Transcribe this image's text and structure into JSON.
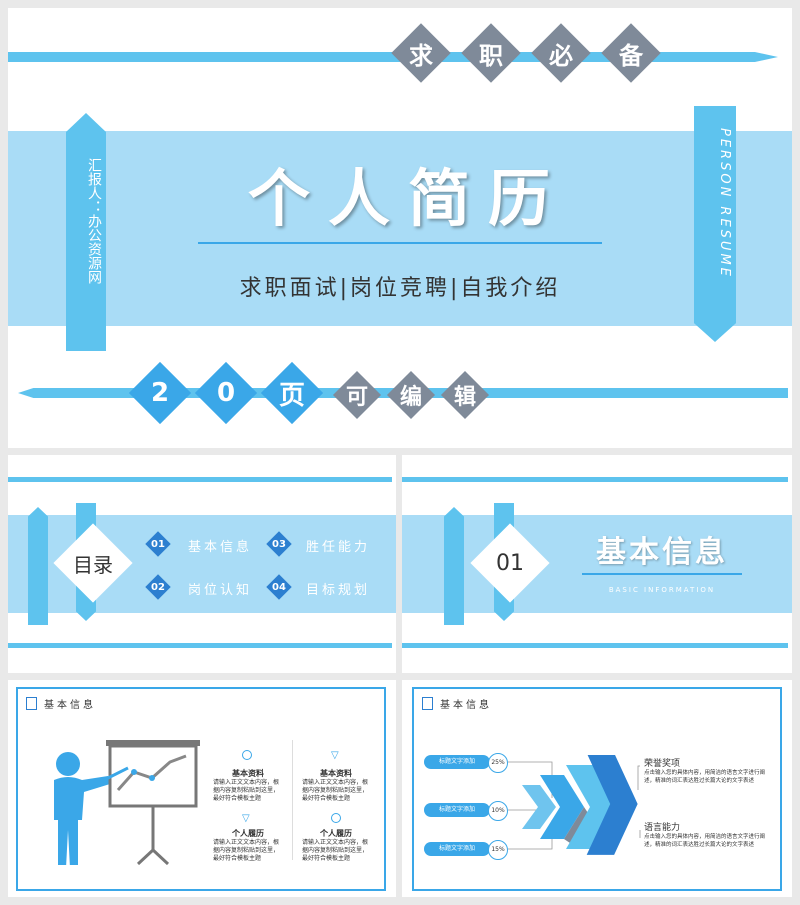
{
  "colors": {
    "accent": "#3aa7e8",
    "light": "#a9dcf6",
    "gray": "#7f8a99",
    "dark": "#2c7fd0"
  },
  "cover": {
    "top_chars": [
      "求",
      "职",
      "必",
      "备"
    ],
    "title": "个人简历",
    "subtitle": "求职面试|岗位竞聘|自我介绍",
    "reporter": "汇报人：办公资源网",
    "english": "PERSON RESUME",
    "bottom_chars": [
      "2",
      "0",
      "页",
      "可",
      "编",
      "辑"
    ]
  },
  "toc": {
    "label": "目录",
    "items": [
      {
        "num": "01",
        "text": "基本信息"
      },
      {
        "num": "03",
        "text": "胜任能力"
      },
      {
        "num": "02",
        "text": "岗位认知"
      },
      {
        "num": "04",
        "text": "目标规划"
      }
    ]
  },
  "section": {
    "num": "01",
    "title": "基本信息",
    "subtitle": "BASIC INFORMATION"
  },
  "info_slide": {
    "header": "基本信息",
    "icons": {
      "header": "document-icon",
      "person": "presenter-icon",
      "board": "chart-board-icon",
      "clock": "clock-icon",
      "trophy": "trophy-icon"
    },
    "cells": [
      {
        "title": "基本资料",
        "body": "请输入正文文本内容，根据内容复制粘贴到这里，最好符合模板主题"
      },
      {
        "title": "基本资料",
        "body": "请输入正文文本内容，根据内容复制粘贴到这里，最好符合模板主题"
      },
      {
        "title": "个人履历",
        "body": "请输入正文文本内容，根据内容复制粘贴到这里，最好符合模板主题"
      },
      {
        "title": "个人履历",
        "body": "请输入正文文本内容，根据内容复制粘贴到这里，最好符合模板主题"
      }
    ]
  },
  "arrow_slide": {
    "header": "基本信息",
    "labels": [
      {
        "text": "标题文字添加",
        "pct": "25%"
      },
      {
        "text": "标题文字添加",
        "pct": "10%"
      },
      {
        "text": "标题文字添加",
        "pct": "15%"
      }
    ],
    "notes": [
      {
        "title": "荣誉奖项",
        "body": "点击输入您的具体内容，用简洁的语言文字进行阐述，精准的词汇表达胜过长篇大论的文字表述"
      },
      {
        "title": "语言能力",
        "body": "点击输入您的具体内容，用简洁的语言文字进行阐述，精准的词汇表达胜过长篇大论的文字表述"
      }
    ]
  }
}
